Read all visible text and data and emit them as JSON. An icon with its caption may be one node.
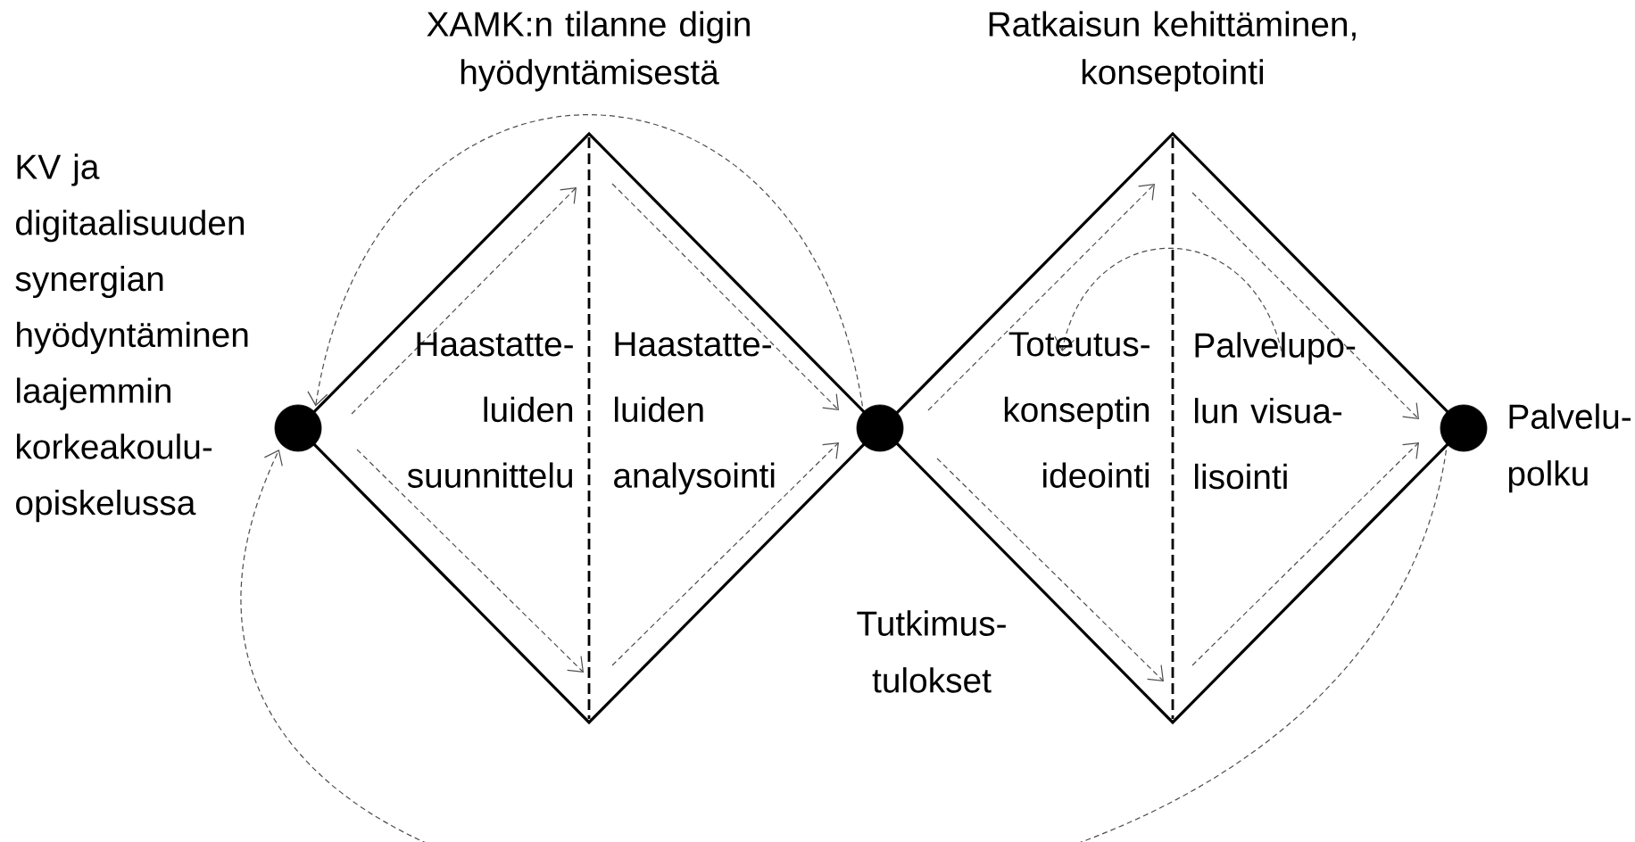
{
  "diagram": {
    "nodes": [
      {
        "text": [],
        "shape": "circle",
        "beside": [
          "KV ja digitaalisuuden synergian hyödyntäminen laajemmin korkeakoulu- opiskelussa"
        ]
      },
      {
        "text": [
          "XAMK:n tilanne digin hyödyntämisestä",
          "Haastatte- luiden suunnittelu",
          "Haastatte- luiden analysointi"
        ]
      },
      {
        "text": [],
        "shape": "circle"
      },
      {
        "text": [
          "Ratkaisun kehittäminen, konseptointi",
          "Toteutus- konseptin ideointi",
          "Palvelupo- lun visua- lisointi"
        ]
      },
      {
        "text": [],
        "shape": "circle",
        "beside": [
          "Palvelu- polku"
        ]
      }
    ],
    "edges": [
      {
        "from": 2,
        "to": 0,
        "arrow": "to",
        "style": "dashed"
      },
      {
        "from": 4,
        "to": 0,
        "arrow": "to",
        "style": "dashed"
      }
    ],
    "labels": [
      "Tutkimus- tulokset"
    ]
  }
}
